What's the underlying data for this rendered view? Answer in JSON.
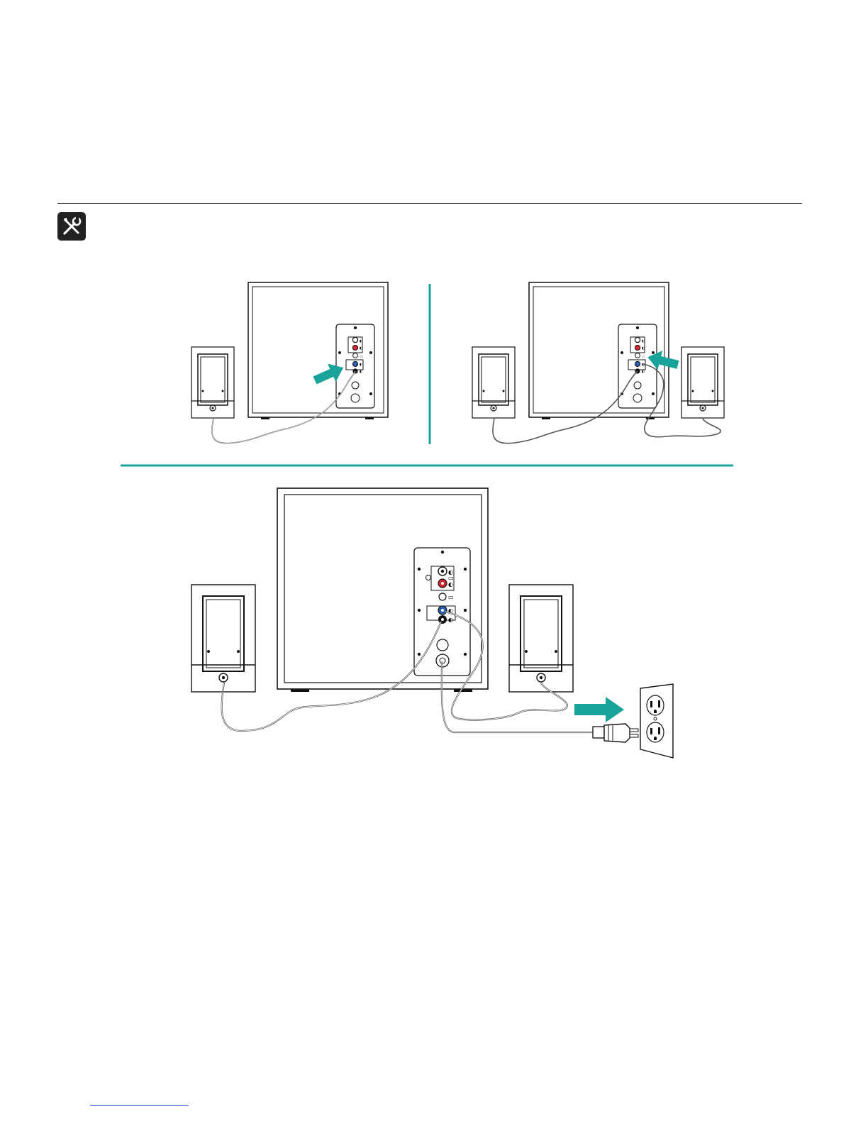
{
  "page": {
    "header_icon": "tools-icon",
    "colors": {
      "accent": "#1aa39b",
      "line": "#111111",
      "cable": "#555555",
      "jack_red": "#d32430",
      "jack_blue": "#2d5fb0",
      "link": "#1a4fd1"
    }
  },
  "steps": [
    {
      "name": "connect-left-satellite",
      "arrow": "teal-arrow-icon"
    },
    {
      "name": "connect-right-satellite",
      "arrow": "teal-arrow-icon"
    },
    {
      "name": "plug-into-outlet",
      "arrow": "teal-arrow-icon"
    }
  ]
}
